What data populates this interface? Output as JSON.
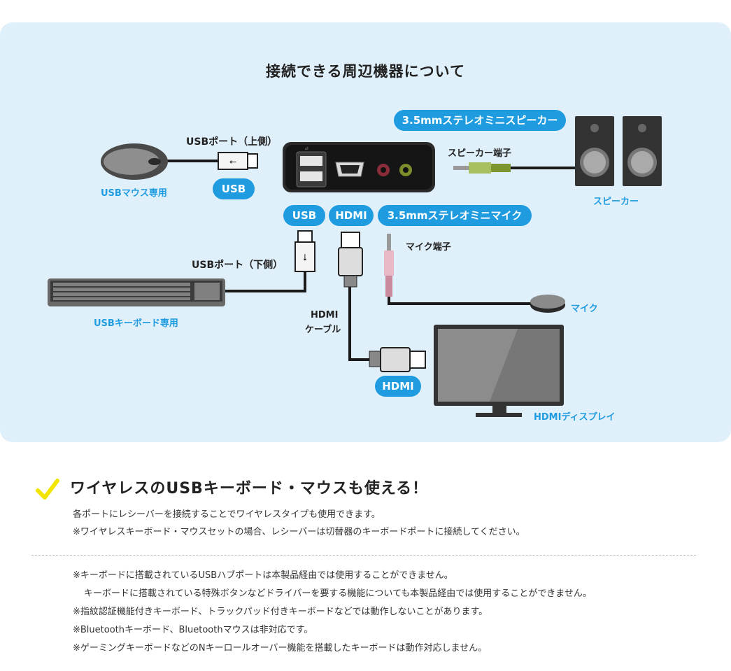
{
  "diagram": {
    "title": "接続できる周辺機器について",
    "labels": {
      "stereo_speaker": "3.5mmステレオミニスピーカー",
      "stereo_mic": "3.5mmステレオミニマイク",
      "usb_pill_mouse": "USB",
      "usb_pill_device": "USB",
      "hdmi_pill_device": "HDMI",
      "hdmi_pill_display": "HDMI",
      "usb_port_upper": "USBポート（上側）",
      "usb_port_lower": "USBポート（下側）",
      "speaker_jack": "スピーカー端子",
      "mic_jack": "マイク端子",
      "hdmi_cable_line1": "HDMI",
      "hdmi_cable_line2": "ケーブル",
      "mouse": "USBマウス専用",
      "keyboard": "USBキーボード専用",
      "speaker": "スピーカー",
      "mic": "マイク",
      "display": "HDMIディスプレイ"
    }
  },
  "feature": {
    "heading": "ワイヤレスのUSBキーボード・マウスも使える！",
    "lines": [
      "各ポートにレシーバーを接続することでワイヤレスタイプも使用できます。",
      "※ワイヤレスキーボード・マウスセットの場合、レシーバーは切替器のキーボードポートに接続してください。"
    ]
  },
  "notes": [
    "※キーボードに搭載されているUSBハブポートは本製品経由では使用することができません。",
    "キーボードに搭載されている特殊ボタンなどドライバーを要する機能についても本製品経由では使用することができません。",
    "※指紋認証機能付きキーボード、トラックパッド付きキーボードなどでは動作しないことがあります。",
    "※Bluetoothキーボード、Bluetoothマウスは非対応です。",
    "※ゲーミングキーボードなどのNキーロールオーバー機能を搭載したキーボードは動作対応しません。"
  ],
  "colors": {
    "accent": "#1f9be0",
    "panel": "#e0f0fb",
    "check": "#f2e600"
  }
}
